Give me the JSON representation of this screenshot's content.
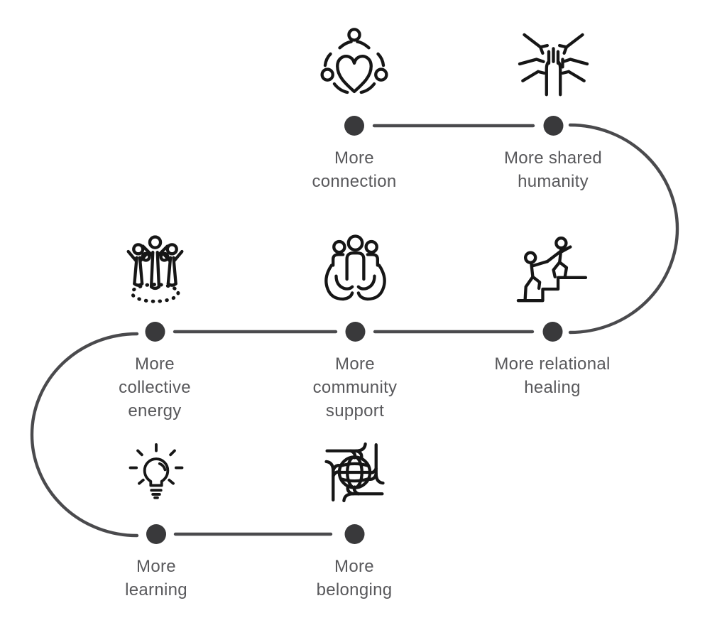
{
  "diagram": {
    "type": "winding-timeline",
    "colors": {
      "dot_color": "#39393b",
      "line_color": "#4a4a4d",
      "icon_color": "#161616",
      "label_color": "#58585b",
      "background": "#ffffff"
    },
    "nodes": [
      {
        "id": "connection",
        "label": "More connection",
        "icon": "people-around-heart-icon"
      },
      {
        "id": "shared-humanity",
        "label": "More shared humanity",
        "icon": "hands-together-icon"
      },
      {
        "id": "collective-energy",
        "label": "More collective energy",
        "icon": "cheering-people-icon"
      },
      {
        "id": "community-support",
        "label": "More community support",
        "icon": "hands-holding-people-icon"
      },
      {
        "id": "relational-healing",
        "label": "More relational healing",
        "icon": "helping-up-stairs-icon"
      },
      {
        "id": "learning",
        "label": "More learning",
        "icon": "lightbulb-icon"
      },
      {
        "id": "belonging",
        "label": "More belonging",
        "icon": "hands-around-globe-icon"
      }
    ],
    "path_order": [
      "More connection",
      "More shared humanity",
      "More relational healing",
      "More community support",
      "More collective energy",
      "More learning",
      "More belonging"
    ]
  }
}
